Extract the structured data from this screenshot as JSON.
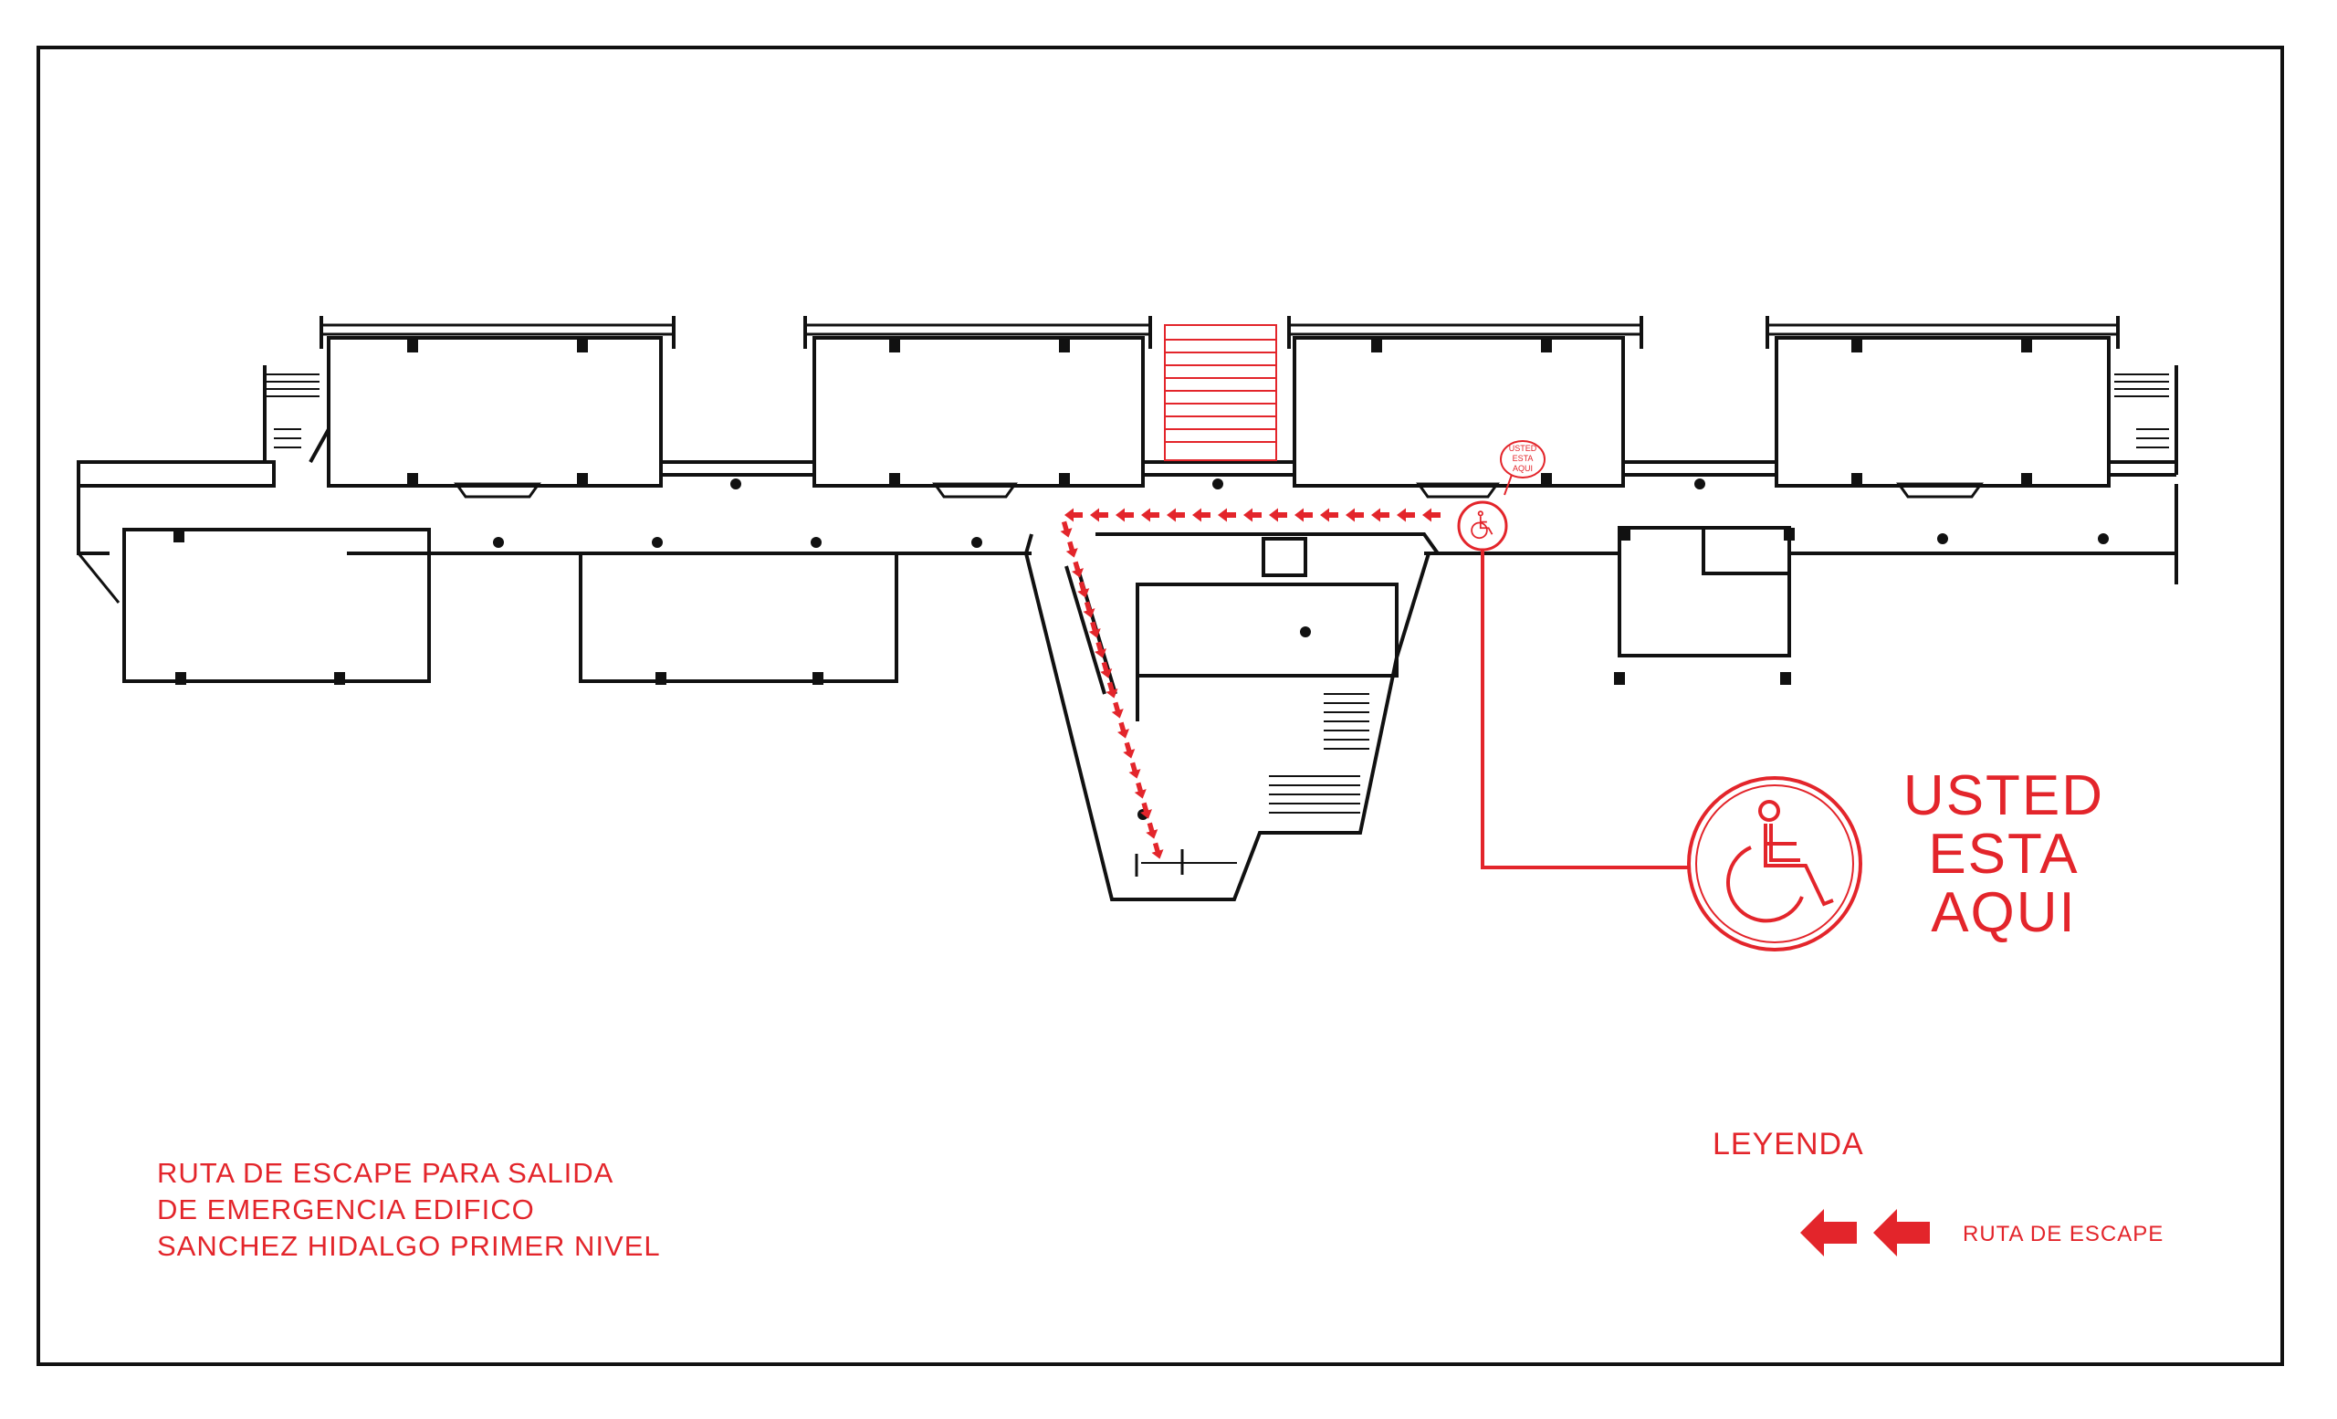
{
  "map": {
    "title_lines": [
      "RUTA DE ESCAPE PARA SALIDA",
      "DE EMERGENCIA EDIFICO",
      "SANCHEZ HIDALGO PRIMER NIVEL"
    ],
    "you_are_here": [
      "USTED",
      "ESTA",
      "AQUI"
    ],
    "you_are_here_small": [
      "USTED",
      "ESTA",
      "AQUI"
    ],
    "you_are_here_icon": "wheelchair-icon",
    "route_icon": "arrow-left-icon",
    "legend": {
      "title": "LEYENDA",
      "items": [
        {
          "icon": "arrow-left-icon",
          "label": "RUTA DE ESCAPE"
        }
      ]
    },
    "colors": {
      "route": "#e3252b",
      "walls": "#111111",
      "background": "#ffffff"
    }
  }
}
